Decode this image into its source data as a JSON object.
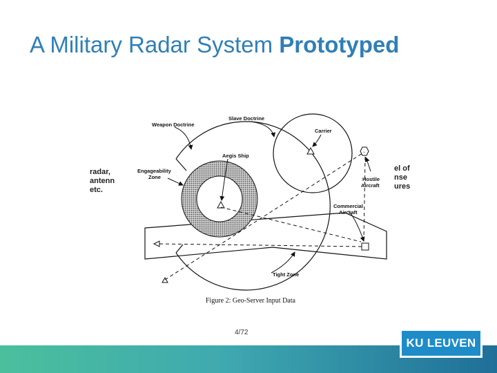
{
  "slide": {
    "title_regular": "A Military Radar System ",
    "title_bold": "Prototyped",
    "page_number": "4/72",
    "logo_text": "KU LEUVEN",
    "left_text": [
      "radar,",
      "antenn",
      "etc."
    ],
    "right_text": [
      "el of",
      "nse",
      "ures"
    ]
  },
  "figure": {
    "labels": {
      "weapon_doctrine": "Weapon Doctrine",
      "slave_doctrine": "Slave Doctrine",
      "carrier": "Carrier",
      "aegis_ship": "Aegis Ship",
      "engageability_line1": "Engageability",
      "engageability_line2": "Zone",
      "hostile_line1": "Hostile",
      "hostile_line2": "Aircraft",
      "commercial_line1": "Commercial",
      "commercial_line2": "Aircraft",
      "tight_zone": "Tight Zone"
    },
    "caption": "Figure 2: Geo-Server Input Data"
  },
  "colors": {
    "title": "#2f7fb7",
    "logo_bg": "#1d8cc9",
    "bar_start": "#4bbf9c",
    "bar_end": "#1f6f98"
  }
}
